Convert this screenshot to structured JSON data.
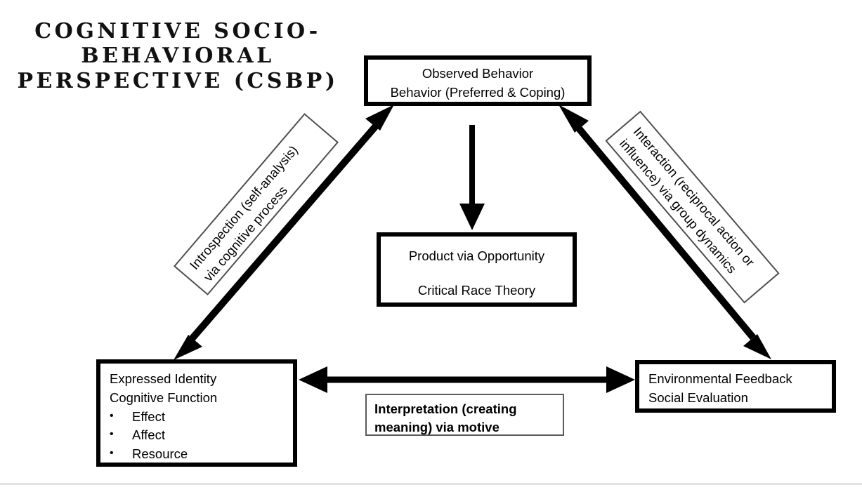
{
  "title": "COGNITIVE SOCIO-\nBEHAVIORAL\nPERSPECTIVE (CSBP)",
  "nodes": {
    "observed_behavior": {
      "line1": "Observed Behavior",
      "line2": "Behavior (Preferred & Coping)"
    },
    "product": {
      "line1": "Product via Opportunity",
      "line2": "Critical Race Theory"
    },
    "expressed_identity": {
      "line1": "Expressed Identity",
      "line2": "Cognitive Function",
      "bullet_glyph": "•",
      "bullets": [
        "Effect",
        "Affect",
        "Resource"
      ]
    },
    "environmental_feedback": {
      "line1": "Environmental Feedback",
      "line2": "Social Evaluation"
    }
  },
  "edge_labels": {
    "introspection": {
      "line1": "Introspection (self-analysis)",
      "line2": "via cognitive process"
    },
    "interaction": {
      "line1": "Interaction (reciprocal action or",
      "line2": "influence) via group dynamics"
    },
    "interpretation": {
      "line1": "Interpretation (creating",
      "line2": "meaning) via motive"
    }
  },
  "colors": {
    "stroke": "#000000",
    "background": "#ffffff",
    "label_border": "#4e4e4e",
    "divider": "#e3e1e4"
  },
  "diagram_structure": {
    "type": "triangular-cycle-diagram",
    "arrows": [
      {
        "name": "observed-behavior-to-product",
        "from": "observed_behavior",
        "to": "product",
        "heads": "single",
        "direction": "down"
      },
      {
        "name": "expressed-identity-observed-behavior",
        "from": "expressed_identity",
        "to": "observed_behavior",
        "heads": "double",
        "label": "introspection"
      },
      {
        "name": "observed-behavior-environmental-feedback",
        "from": "observed_behavior",
        "to": "environmental_feedback",
        "heads": "double",
        "label": "interaction"
      },
      {
        "name": "expressed-identity-environmental-feedback",
        "from": "expressed_identity",
        "to": "environmental_feedback",
        "heads": "double",
        "label": "interpretation"
      }
    ]
  }
}
